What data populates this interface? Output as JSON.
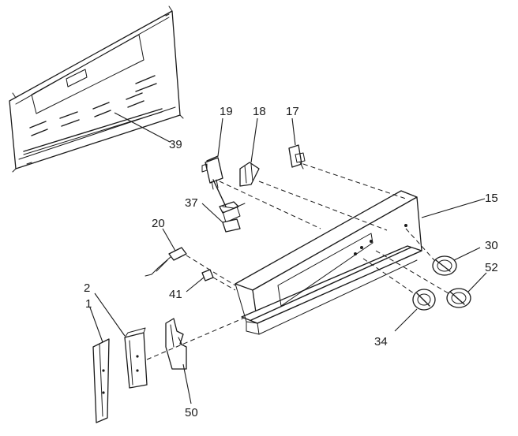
{
  "diagram": {
    "callouts": [
      {
        "id": "c39",
        "label": "39"
      },
      {
        "id": "c19",
        "label": "19"
      },
      {
        "id": "c18",
        "label": "18"
      },
      {
        "id": "c17",
        "label": "17"
      },
      {
        "id": "c15",
        "label": "15"
      },
      {
        "id": "c37",
        "label": "37"
      },
      {
        "id": "c20",
        "label": "20"
      },
      {
        "id": "c30",
        "label": "30"
      },
      {
        "id": "c52",
        "label": "52"
      },
      {
        "id": "c41",
        "label": "41"
      },
      {
        "id": "c2",
        "label": "2"
      },
      {
        "id": "c1",
        "label": "1"
      },
      {
        "id": "c34",
        "label": "34"
      },
      {
        "id": "c50",
        "label": "50"
      }
    ]
  }
}
